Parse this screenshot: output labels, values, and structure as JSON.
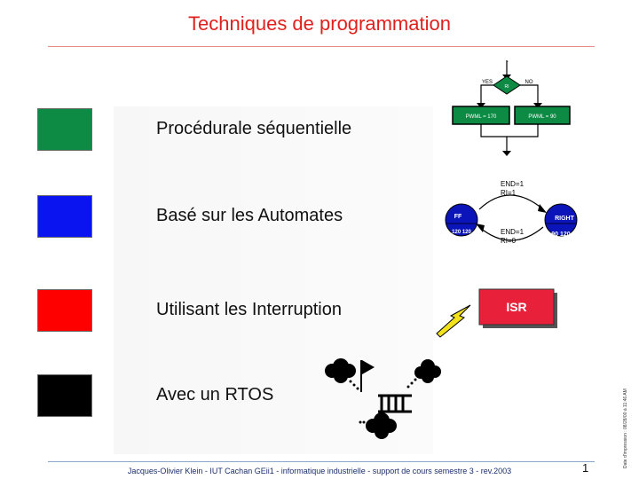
{
  "title": "Techniques de programmation",
  "items": [
    {
      "label": "Procédurale séquentielle",
      "color": "#0d8a44"
    },
    {
      "label": "Basé sur les Automates",
      "color": "#0a14f0"
    },
    {
      "label": "Utilisant les Interruption",
      "color": "#ff0000"
    },
    {
      "label": "Avec un RTOS",
      "color": "#000000"
    }
  ],
  "flowchart": {
    "yes": "YES",
    "no": "NO",
    "condition": "RI",
    "left_box": "PWML = 170",
    "right_box": "PWML = 90"
  },
  "state_machine": {
    "top_label_1": "END=1",
    "top_label_2": "RI=1",
    "bottom_label_1": "END=1",
    "bottom_label_2": "RI=0",
    "left_state": "FF",
    "left_values": "120 120",
    "right_state": "RIGHT",
    "right_values": "90 120"
  },
  "isr": {
    "label": "ISR",
    "color": "#e8203a"
  },
  "side_note": "Date d'impression : 08/28/00 à 11:46 AM",
  "footer": "Jacques-Olivier Klein - IUT Cachan GEii1 - informatique industrielle - support de cours semestre 3 - rev.2003",
  "page_number": "1"
}
